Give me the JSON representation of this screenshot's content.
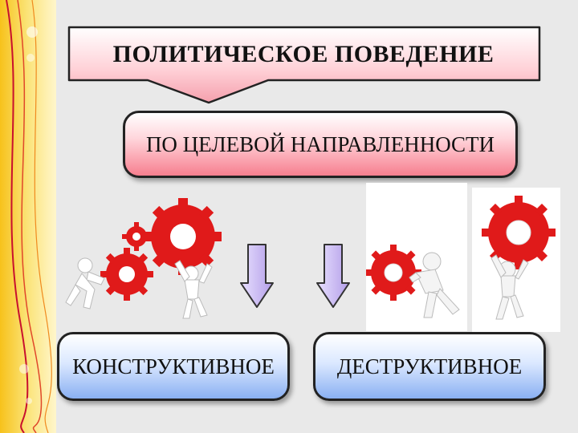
{
  "title": "ПОЛИТИЧЕСКОЕ ПОВЕДЕНИЕ",
  "criterion": "ПО ЦЕЛЕВОЙ НАПРАВЛЕННОСТИ",
  "branches": {
    "left": "КОНСТРУКТИВНОЕ",
    "right": "ДЕСТРУКТИВНОЕ"
  },
  "colors": {
    "gear_red": "#e01a1a",
    "pink_box_bottom": "#f77f8f",
    "blue_box_bottom": "#8ab0f2",
    "arrow_fill": "#c9b8f2"
  }
}
